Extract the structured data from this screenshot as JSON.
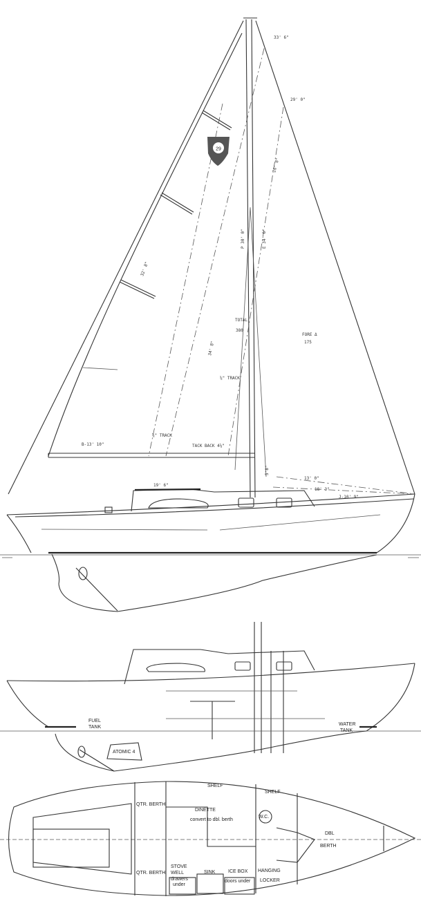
{
  "logo": {
    "text": "29",
    "color": "#555555"
  },
  "sail_plan": {
    "dimensions": {
      "masthead": "33' 6\"",
      "forestay_upper": "29' 0\"",
      "forestay_lower": "26' 8\"",
      "p": "P 30' 0\"",
      "e_span": "E 34' 6\"",
      "leech": "32' 8\"",
      "luff_jib": "34' 8\"",
      "boom": "B-13' 10\"",
      "cabin": "19' 6\"",
      "foretriangle_1": "13' 0\"",
      "foretriangle_2": "18' 3\"",
      "j": "J-10' 9\"",
      "mast_step": "5'8\""
    },
    "notes": {
      "total": "TOTAL",
      "total_value": "380",
      "fore": "FORE Δ",
      "fore_value": "175",
      "track_upper": "⅝\" TRACK",
      "track_lower": "⅝\" TRACK",
      "tack_back": "TACK BACK 4⅝\""
    }
  },
  "inboard_profile": {
    "fuel_tank": [
      "FUEL",
      "TANK"
    ],
    "engine": "ATOMIC 4",
    "water_tank": [
      "WATER",
      "TANK"
    ]
  },
  "accommodation_plan": {
    "shelf_main": "SHELF",
    "shelf_fwd": "SHELF",
    "qtr_berth_port": "QTR. BERTH",
    "qtr_berth_stbd": "QTR. BERTH",
    "dinette": "DINETTE",
    "dinette_note": "convert to dbl. berth",
    "wc": "W.C.",
    "dbl_berth": [
      "DBL",
      "BERTH"
    ],
    "stove": [
      "STOVE",
      "WELL",
      "drawers",
      "under"
    ],
    "sink": "SINK",
    "ice_box": [
      "ICE BOX",
      "doors under"
    ],
    "hanging_locker": [
      "HANGING",
      "LOCKER"
    ]
  }
}
